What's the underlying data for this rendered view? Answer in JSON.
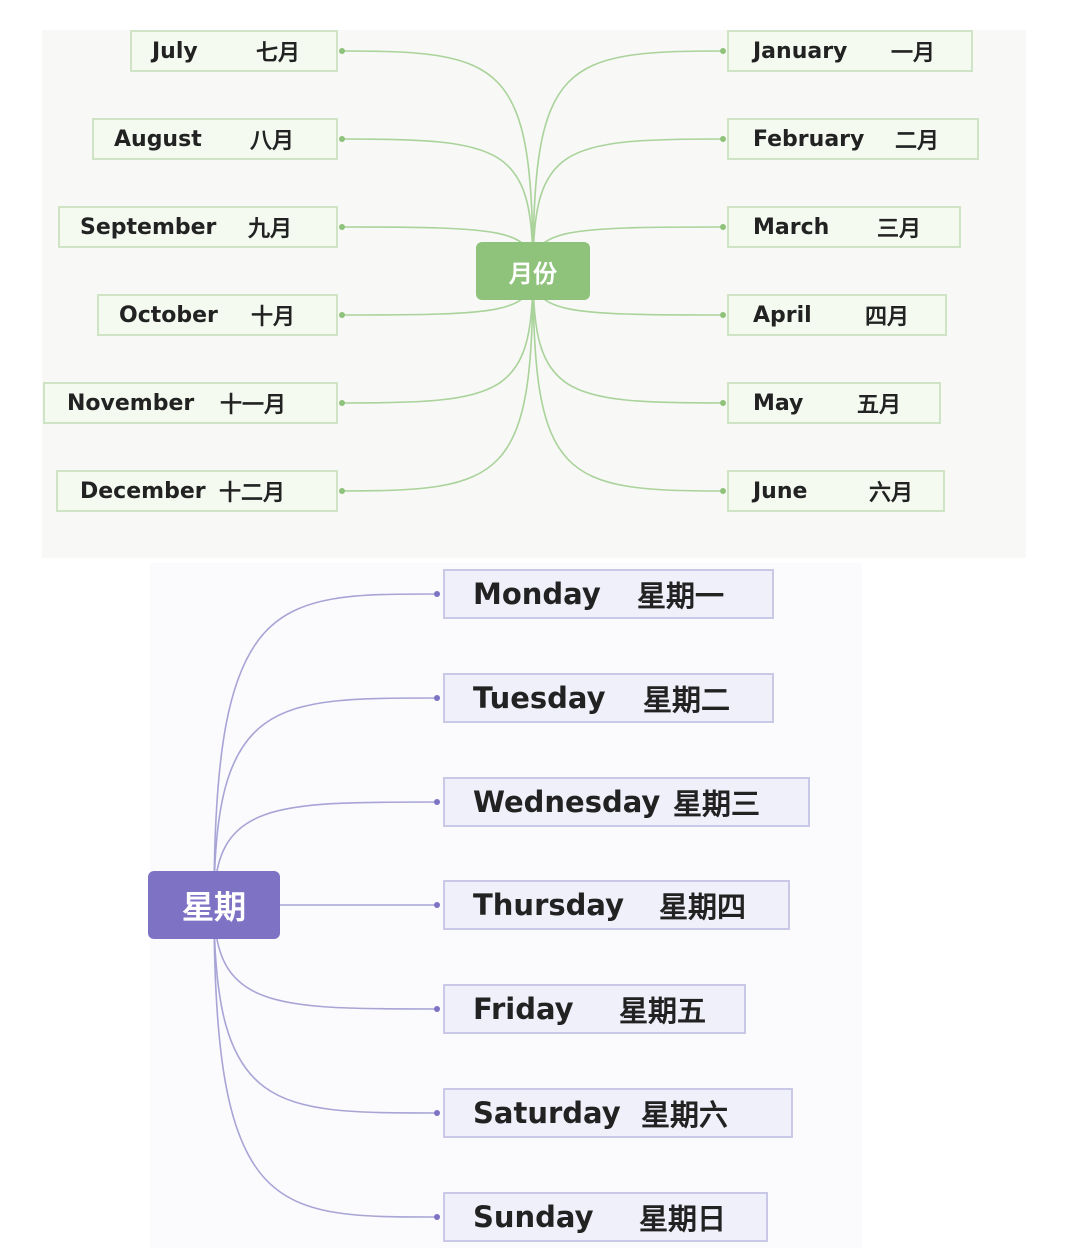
{
  "months": {
    "center_label": "月份",
    "colors": {
      "center": "#8fc27b",
      "link": "#a9d39a",
      "node_border": "#cfe4c5",
      "node_fill": "#f4faf0"
    },
    "left_items": [
      {
        "en": "July",
        "zh": "七月"
      },
      {
        "en": "August",
        "zh": "八月"
      },
      {
        "en": "September",
        "zh": "九月"
      },
      {
        "en": "October",
        "zh": "十月"
      },
      {
        "en": "November",
        "zh": "十一月"
      },
      {
        "en": "December",
        "zh": "十二月"
      }
    ],
    "right_items": [
      {
        "en": "January",
        "zh": "一月"
      },
      {
        "en": "February",
        "zh": "二月"
      },
      {
        "en": "March",
        "zh": "三月"
      },
      {
        "en": "April",
        "zh": "四月"
      },
      {
        "en": "May",
        "zh": "五月"
      },
      {
        "en": "June",
        "zh": "六月"
      }
    ]
  },
  "weekdays": {
    "center_label": "星期",
    "colors": {
      "center": "#7d72c4",
      "link": "#a8a4d6",
      "node_border": "#c9c8e6",
      "node_fill": "#f0f0fb"
    },
    "items": [
      {
        "en": "Monday",
        "zh": "星期一"
      },
      {
        "en": "Tuesday",
        "zh": "星期二"
      },
      {
        "en": "Wednesday",
        "zh": "星期三"
      },
      {
        "en": "Thursday",
        "zh": "星期四"
      },
      {
        "en": "Friday",
        "zh": "星期五"
      },
      {
        "en": "Saturday",
        "zh": "星期六"
      },
      {
        "en": "Sunday",
        "zh": "星期日"
      }
    ]
  }
}
